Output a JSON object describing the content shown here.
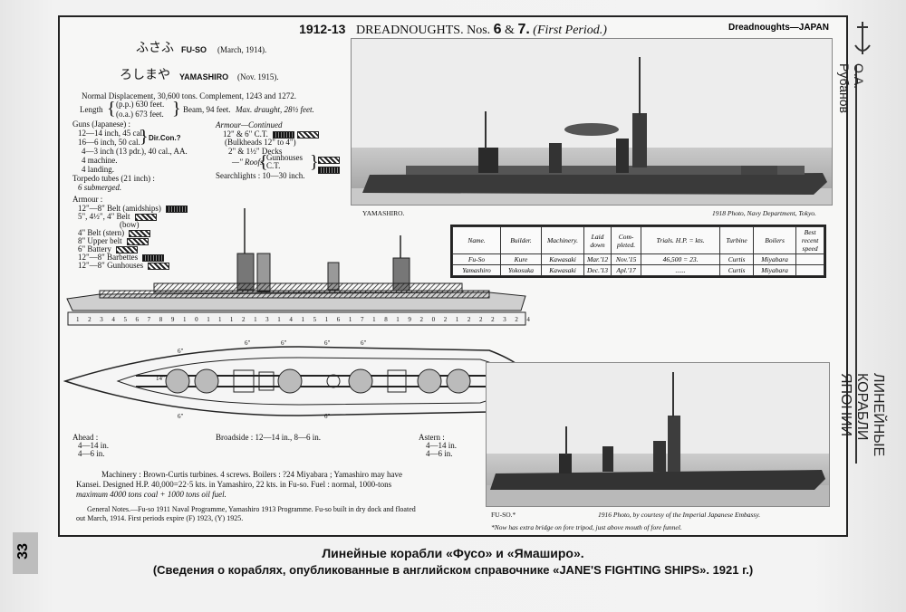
{
  "header": {
    "year": "1912-13",
    "title": "DREADNOUGHTS.",
    "nos_label": "Nos.",
    "no_a": "6",
    "amp": "&",
    "no_b": "7.",
    "period": "(First Period.)",
    "corner": "Dreadnoughts—JAPAN"
  },
  "ships": {
    "fuso_kana": "ふさふ",
    "fuso": "FU-SO",
    "fuso_date": "(March, 1914).",
    "yama_kana": "ろしまや",
    "yama": "YAMASHIRO",
    "yama_date": "(Nov. 1915)."
  },
  "specs": {
    "displacement": "Normal Displacement, 30,600 tons. Complement, 1243 and 1272.",
    "length_label": "Length",
    "length_pp": "(p.p.) 630 feet.",
    "length_oa": "(o.a.) 673 feet.",
    "beam": "Beam, 94 feet.",
    "draught": "Max. draught, 28½ feet."
  },
  "guns": {
    "head": "Guns (Japanese) :",
    "g1": "12—14 inch, 45 cal.",
    "g2": "16—6 inch, 50 cal.",
    "dircon": "Dir.Con.?",
    "g3": "4—3 inch (13 pdr.), 40 cal., AA.",
    "g4": "4 machine.",
    "g5": "4 landing.",
    "torp": "Torpedo tubes (21 inch) :",
    "sub": "6 submerged."
  },
  "armour_left": {
    "head": "Armour :",
    "a1": "12\"—8\" Belt (amidships)",
    "a2": "5\", 4½\", 4\" Belt",
    "a2b": "(bow)",
    "a3": "4\" Belt (stern)",
    "a4": "8\" Upper belt",
    "a5": "6\" Battery",
    "a6": "12\"—8\" Barbettes",
    "a7": "12\"—8\" Gunhouses"
  },
  "armour_right": {
    "head": "Armour—Continued",
    "r1": "12\" & 6\" C.T.",
    "r2": "(Bulkheads 12\" to 4\")",
    "r3": "2\" & 1½\" Decks",
    "r4": "—\" Roofs",
    "r4a": "Gunhouses",
    "r4b": "C.T.",
    "search": "Searchlights : 10—30 inch."
  },
  "photo_captions": {
    "p1_left": "YAMASHIRO.",
    "p1_right": "1918 Photo, Navy Department, Tokyo.",
    "p2_left": "FU-SO.*",
    "p2_right": "1916 Photo, by courtesy of the Imperial Japanese Embassy.",
    "footnote": "*Now has extra bridge on fore tripod, just above mouth of fore funnel."
  },
  "table": {
    "headers": [
      "Name.",
      "Builder.",
      "Machinery.",
      "Laid down",
      "Com- pleted.",
      "Trials. H.P. = kts.",
      "Turbine",
      "Boilers",
      "Best recent speed"
    ],
    "rows": [
      [
        "Fu-So",
        "Kure",
        "Kawasaki",
        "Mar.'12",
        "Nov.'15",
        "46,500 = 23.",
        "Curtis",
        "Miyabara",
        ""
      ],
      [
        "Yamashiro",
        "Yokosuka",
        "Kawasaki",
        "Dec.'13",
        "Apl.'17",
        "......",
        "Curtis",
        "Miyabara",
        ""
      ]
    ]
  },
  "plan": {
    "ahead": "Ahead :",
    "ahead_1": "4—14 in.",
    "ahead_2": "4—6 in.",
    "broadside": "Broadside : 12—14 in., 8—6 in.",
    "astern": "Astern :",
    "astern_1": "4—14 in.",
    "astern_2": "4—6 in.",
    "mark6": "6\"",
    "mark14": "14\"",
    "sections": [
      "1",
      "2",
      "3",
      "4",
      "5",
      "6",
      "7",
      "8",
      "9",
      "10",
      "11",
      "12",
      "13",
      "14",
      "15",
      "16",
      "17",
      "18",
      "19",
      "20",
      "21",
      "22",
      "23",
      "24"
    ]
  },
  "notes": {
    "m1": "Machinery : Brown-Curtis turbines. 4 screws. Boilers : ?24 Miyabara ; Yamashiro may have",
    "m2": "Kansei. Designed H.P. 40,000=22·5 kts. in Yamashiro, 22 kts. in Fu-so. Fuel : normal, 1000-tons",
    "m3": "maximum 4000 tons coal + 1000 tons oil fuel.",
    "g1": "General Notes.—Fu-so 1911 Naval Programme, Yamashiro 1913 Programme. Fu-so built in dry dock and floated",
    "g2": "out March, 1914. First periods expire (F) 1923, (Y) 1925."
  },
  "side": {
    "author": "О.А. Рубанов",
    "chapter": "ЛИНЕЙНЫЕ КОРАБЛИ ЯПОНИИ",
    "page": "33"
  },
  "caption": {
    "line1": "Линейные корабли «Фусо» и «Ямаширо».",
    "line2": "(Сведения о кораблях, опубликованные в английском справочнике «JANE'S FIGHTING SHIPS». 1921 г.)"
  }
}
